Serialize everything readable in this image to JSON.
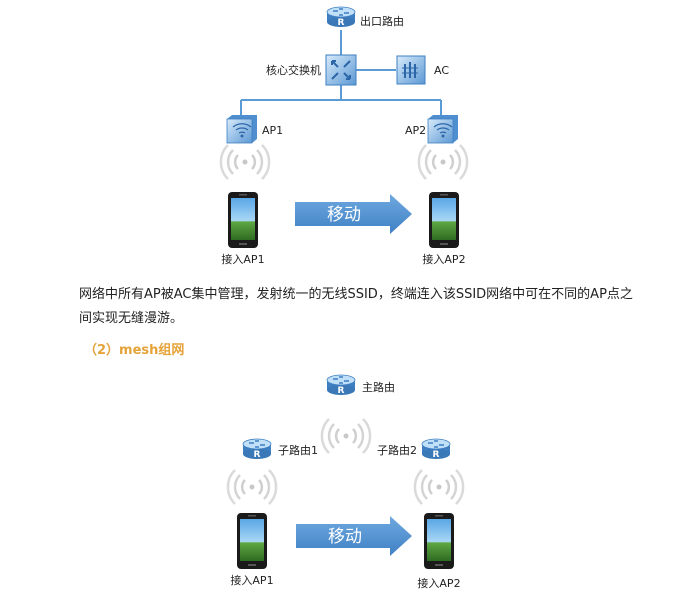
{
  "diagram1": {
    "exit_router": "出口路由",
    "core_switch": "核心交换机",
    "ac": "AC",
    "ap1": "AP1",
    "ap2": "AP2",
    "arrow": "移动",
    "phone1": "接入AP1",
    "phone2": "接入AP2"
  },
  "paragraph": "网络中所有AP被AC集中管理，发射统一的无线SSID，终端连入该SSID网络中可在不同的AP点之间实现无缝漫游。",
  "section_title": "（2）mesh组网",
  "diagram2": {
    "main_router": "主路由",
    "sub_router1": "子路由1",
    "sub_router2": "子路由2",
    "arrow": "移动",
    "phone1": "接入AP1",
    "phone2": "接入AP2"
  },
  "colors": {
    "device_blue": "#4f8fd0",
    "arrow_blue": "#4a8dcf",
    "line_blue": "#5b9bd5",
    "wifi_gray": "#c8c8c8",
    "accent_orange": "#e5a33a"
  }
}
